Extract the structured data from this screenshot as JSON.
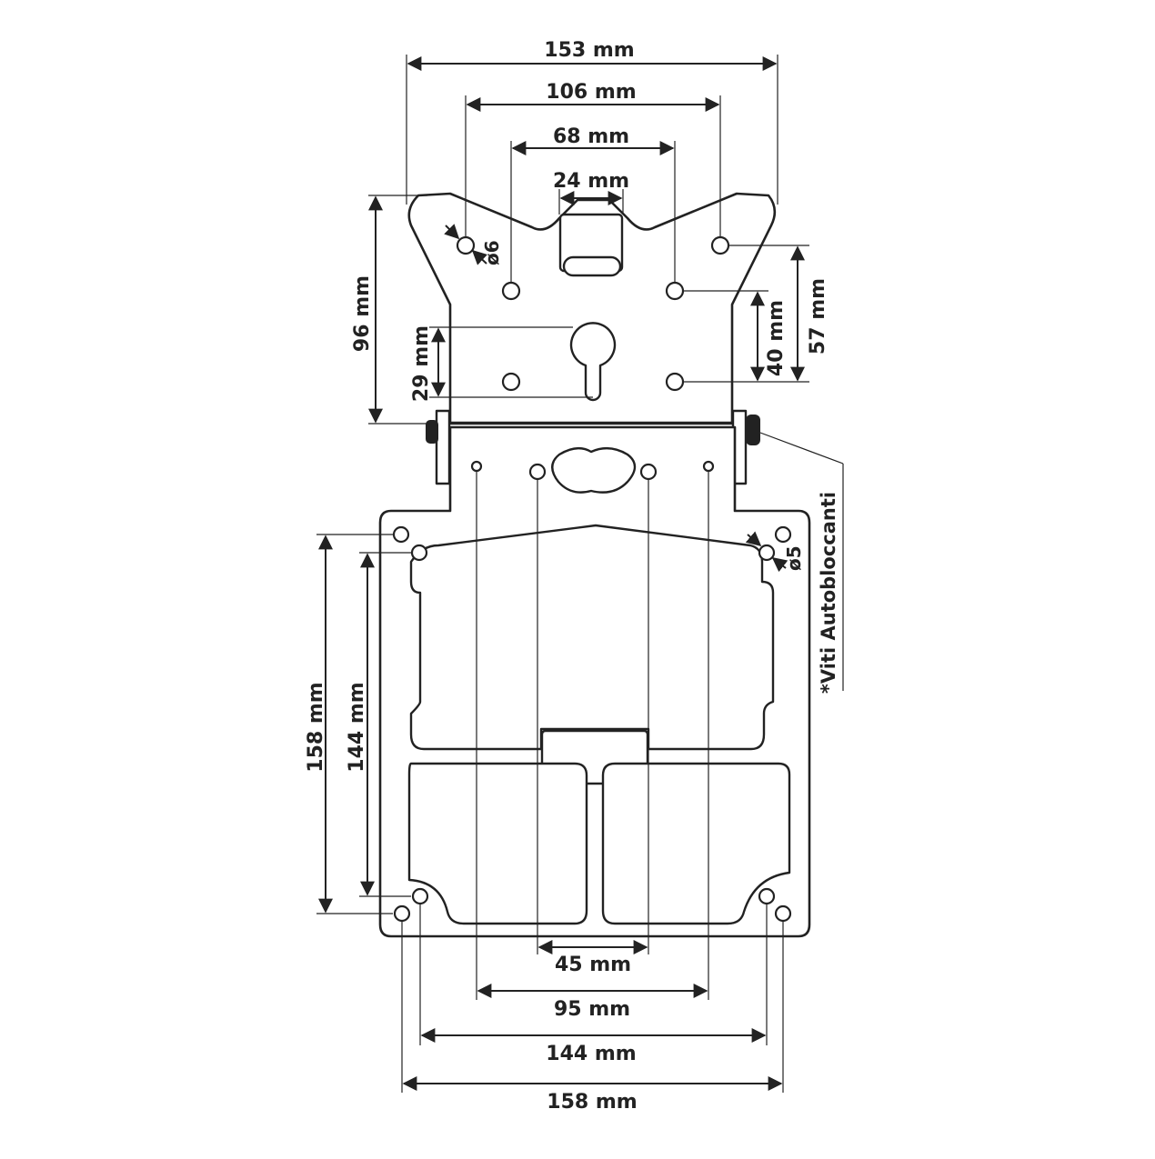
{
  "dimensions": {
    "top_153": "153 mm",
    "top_106": "106 mm",
    "top_68": "68 mm",
    "top_24": "24 mm",
    "left_96": "96 mm",
    "left_29": "29 mm",
    "right_40": "40 mm",
    "right_57": "57 mm",
    "left_158": "158 mm",
    "left_144": "144 mm",
    "bottom_45": "45 mm",
    "bottom_95": "95 mm",
    "bottom_144": "144 mm",
    "bottom_158": "158 mm"
  },
  "hole_diameters": {
    "d6": "ø6",
    "d5": "ø5"
  },
  "note": "*Viti Autobloccanti",
  "colors": {
    "line": "#222222",
    "background": "#ffffff"
  }
}
